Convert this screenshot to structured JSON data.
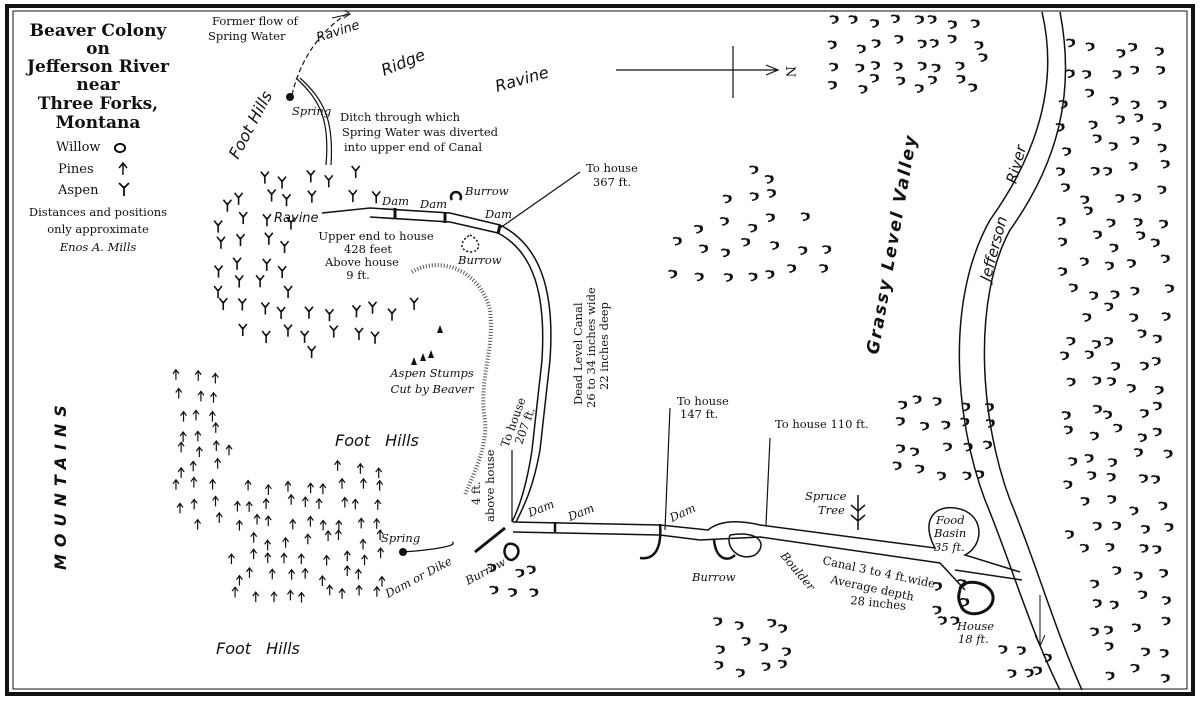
{
  "title": [
    "Beaver Colony",
    "on",
    "Jefferson River",
    "near",
    "Three Forks,",
    "Montana"
  ],
  "legend": {
    "items": [
      {
        "label": "Willow",
        "icon": "willow-icon"
      },
      {
        "label": "Pines",
        "icon": "pine-icon"
      },
      {
        "label": "Aspen",
        "icon": "aspen-icon"
      }
    ],
    "note": [
      "Distances and positions",
      "only approximate"
    ],
    "author": "Enos A. Mills"
  },
  "regions": {
    "mountains": "MOUNTAINS",
    "foot_hills": "Foot Hills",
    "ridge": "Ridge",
    "ravine": "Ravine",
    "grassy_valley": "Grassy Level Valley",
    "river": "Jefferson River",
    "north": "N"
  },
  "labels": {
    "former_flow": [
      "Former flow of",
      "Spring Water"
    ],
    "spring": "Spring",
    "ditch": [
      "Ditch through which",
      "Spring Water was diverted",
      "into upper end of Canal"
    ],
    "dam": "Dam",
    "burrow": "Burrow",
    "to_house_367": [
      "To house",
      "367 ft."
    ],
    "upper_end": [
      "Upper end to house",
      "428 feet",
      "Above house",
      "9 ft."
    ],
    "aspen_stumps": [
      "Aspen Stumps",
      "Cut by Beaver"
    ],
    "dead_level_canal": [
      "Dead Level Canal",
      "26 to 34 inches wide",
      "22 inches deep"
    ],
    "to_house_207": [
      "To house",
      "207 ft."
    ],
    "above_house_4": [
      "4 ft.",
      "above house"
    ],
    "to_house_147": [
      "To house",
      "147 ft."
    ],
    "to_house_110": "To house  110 ft.",
    "spruce_tree": [
      "Spruce",
      "Tree"
    ],
    "food_basin": [
      "Food",
      "Basin",
      "35 ft."
    ],
    "dam_or_dike": "Dam or Dike",
    "boulder": "Boulder",
    "canal_3_4": [
      "Canal 3 to 4 ft.wide",
      "Average depth",
      "28 inches"
    ],
    "house": [
      "House",
      "18 ft."
    ]
  }
}
